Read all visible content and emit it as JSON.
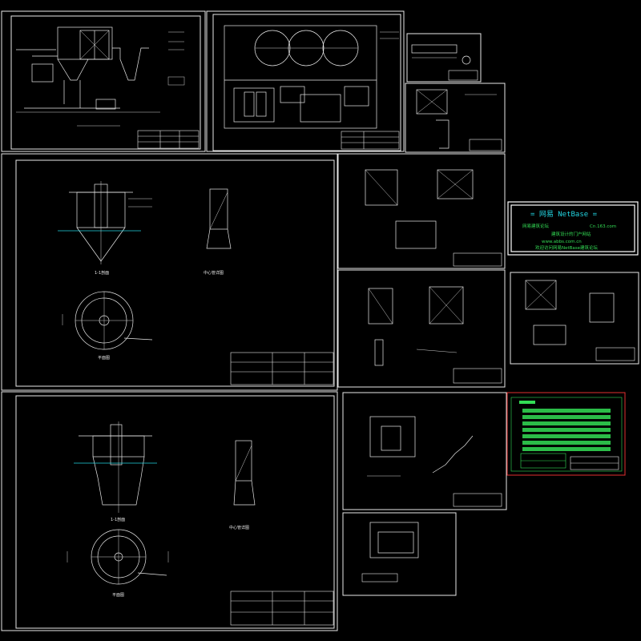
{
  "netbase": {
    "title": "= 网易 NetBase =",
    "line1_left": "网易建筑论坛",
    "line1_right": "Cn.163.com",
    "line2": "建筑设计的门户网站",
    "line3": "www.abbs.com.cn",
    "line4": "欢迎访问网易NetBase建筑论坛"
  },
  "labels": {
    "section_1_1_top": "1-1剖面",
    "plan_top": "平面图",
    "center_pipe_top": "中心管详图",
    "section_1_1_bottom": "1-1剖面",
    "plan_bottom": "平面图",
    "center_pipe_bottom": "中心管详图"
  },
  "colors": {
    "background": "#000000",
    "line": "#e8e8e8",
    "cyan": "#22d3e0",
    "green": "#33dd55",
    "red": "#e23030"
  }
}
